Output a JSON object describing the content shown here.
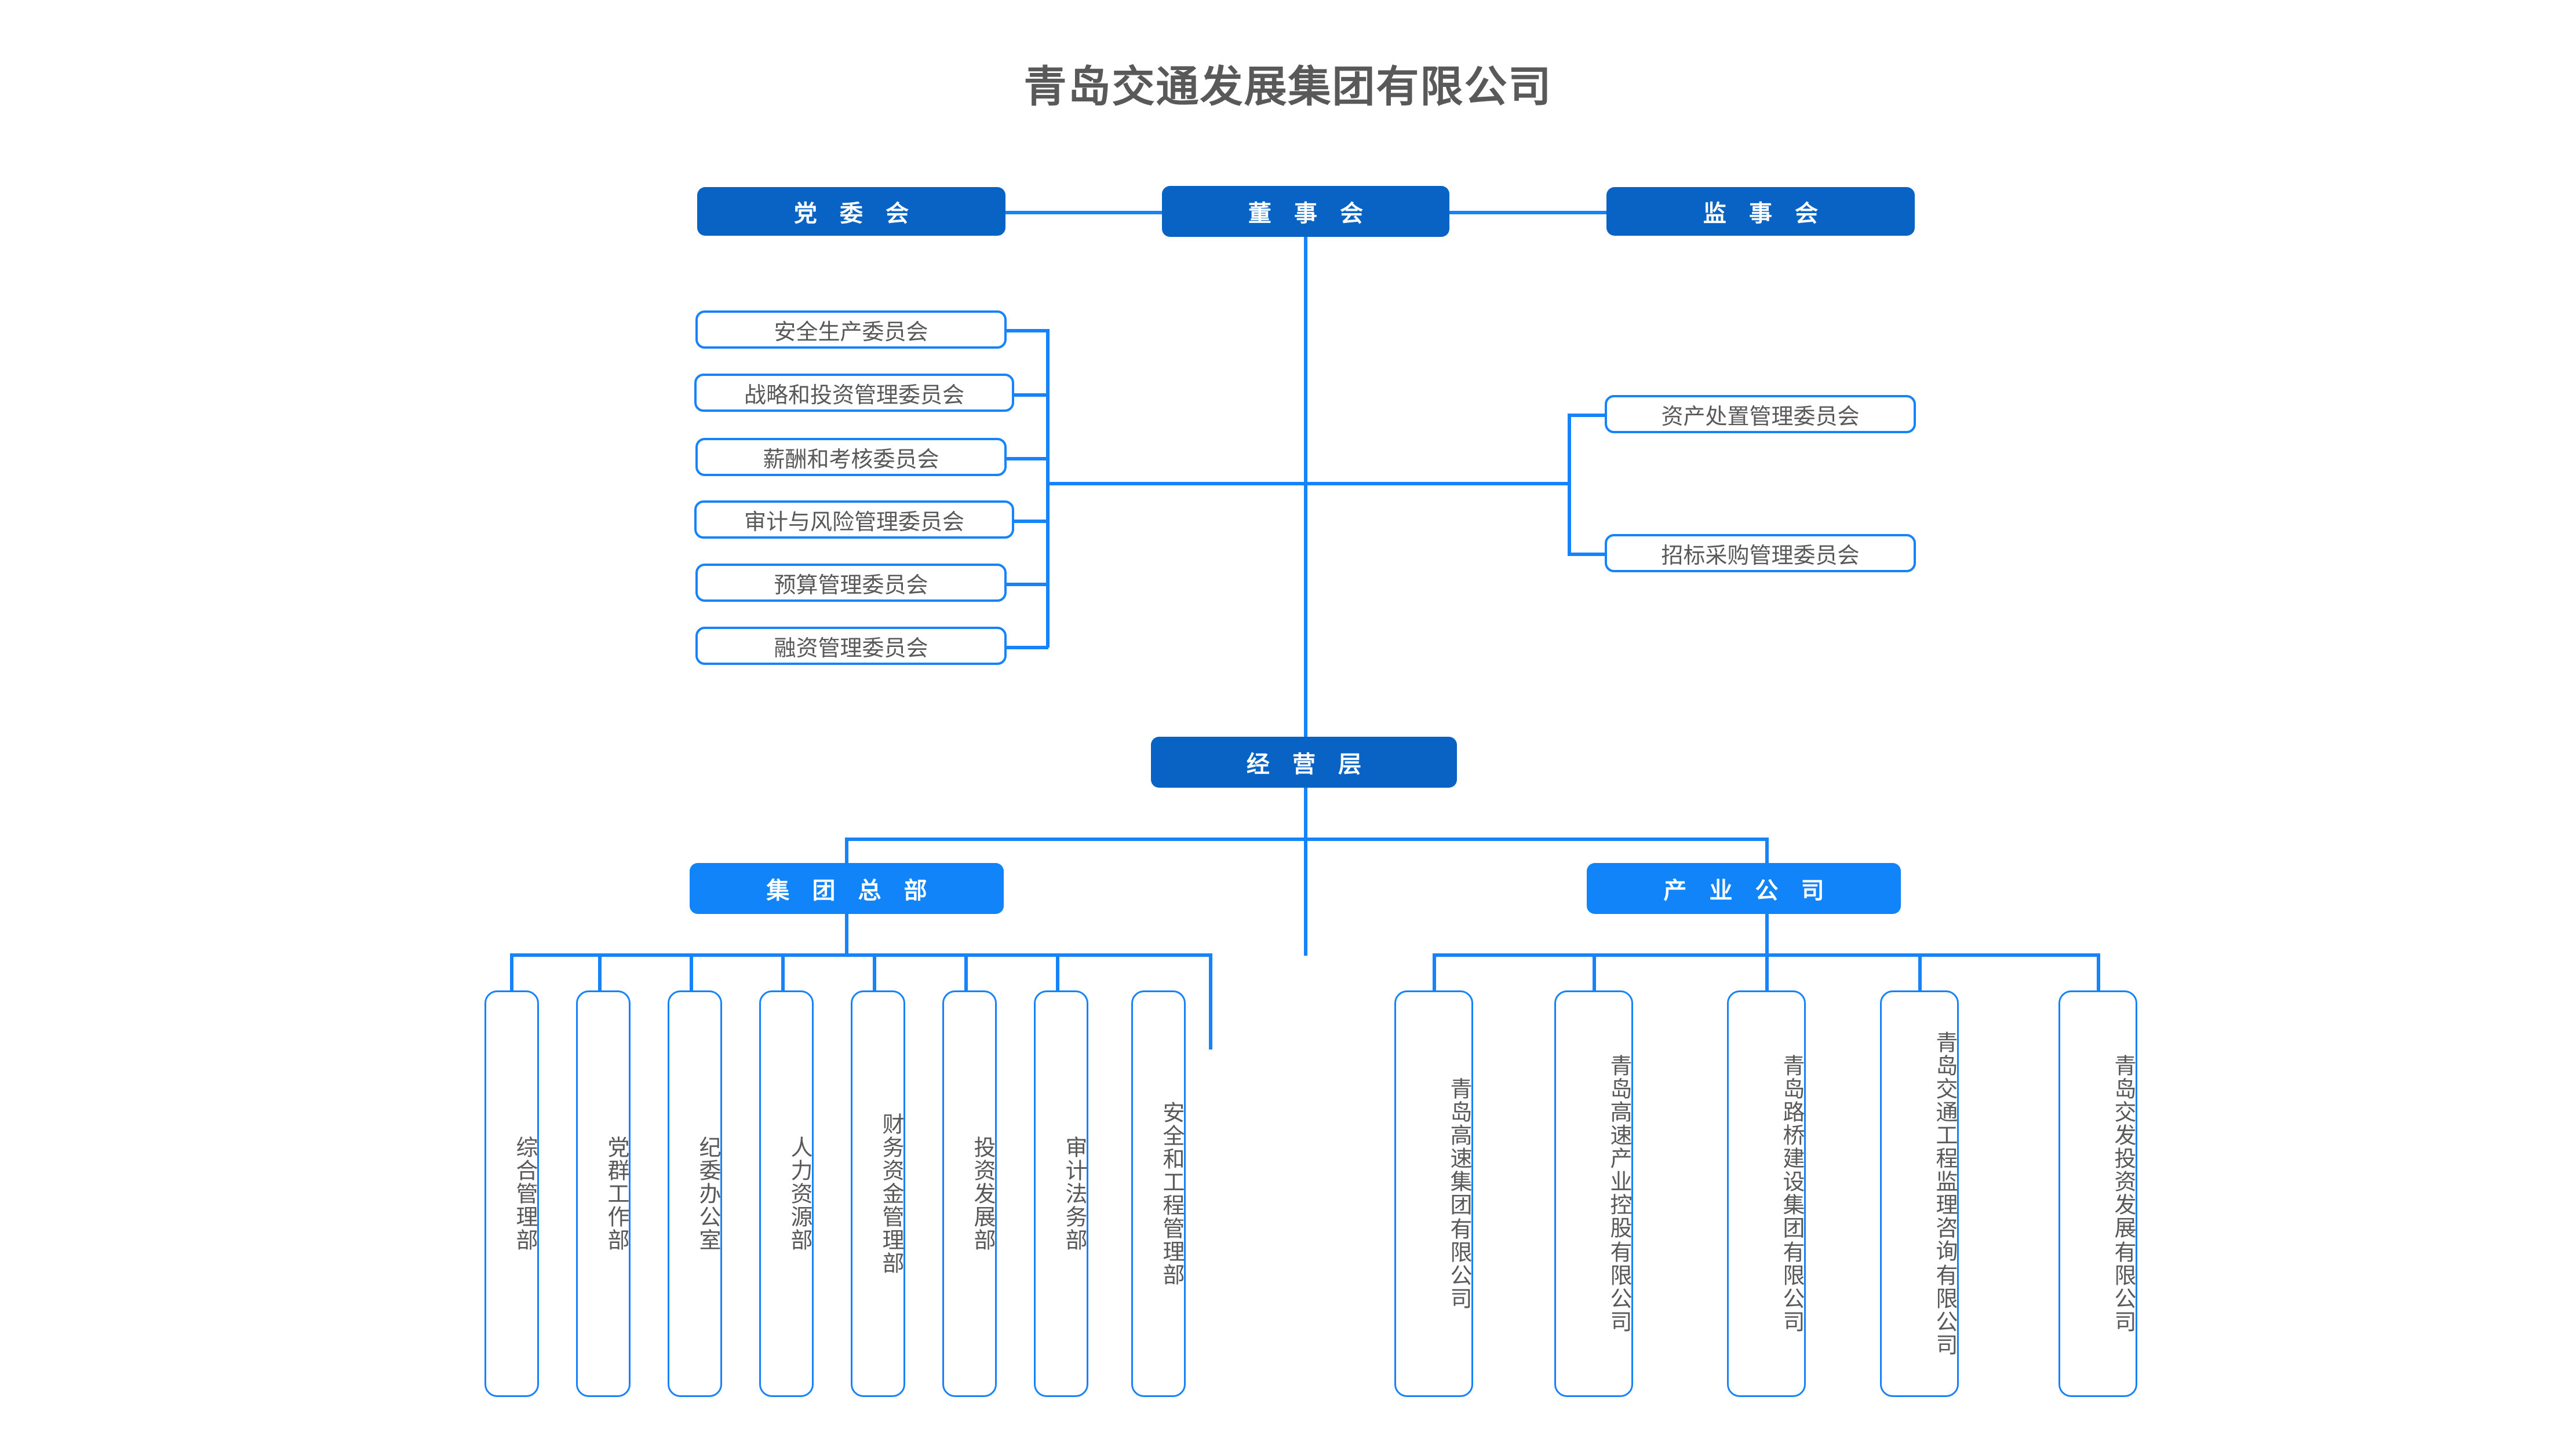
{
  "page": {
    "title": "青岛交通发展集团有限公司",
    "title_color": "#595959",
    "accent_line": "#1683FA",
    "node_dark": "#0963C4",
    "node_light": "#1184FA",
    "background": "#ffffff"
  },
  "governance": {
    "party_committee": "党 委 会",
    "board_of_directors": "董 事 会",
    "board_of_supervisors": "监 事 会"
  },
  "left_committees": [
    {
      "label": "安全生产委员会"
    },
    {
      "label": "战略和投资管理委员会"
    },
    {
      "label": "薪酬和考核委员会"
    },
    {
      "label": "审计与风险管理委员会"
    },
    {
      "label": "预算管理委员会"
    },
    {
      "label": "融资管理委员会"
    }
  ],
  "right_committees": [
    {
      "label": "资产处置管理委员会"
    },
    {
      "label": "招标采购管理委员会"
    }
  ],
  "management": {
    "operating_layer": "经 营 层",
    "group_headquarters": "集 团 总 部",
    "industry_companies": "产 业 公 司"
  },
  "departments": [
    {
      "label": "综合管理部"
    },
    {
      "label": "党群工作部"
    },
    {
      "label": "纪委办公室"
    },
    {
      "label": "人力资源部"
    },
    {
      "label": "财务资金管理部"
    },
    {
      "label": "投资发展部"
    },
    {
      "label": "审计法务部"
    },
    {
      "label": "安全和工程管理部"
    }
  ],
  "subsidiaries": [
    {
      "col_right": "青岛高速集团",
      "col_left": "有限公司"
    },
    {
      "col_right": "青岛高速产业控股",
      "col_left": "有限公司"
    },
    {
      "col_right": "青岛路桥建设集团",
      "col_left": "有限公司"
    },
    {
      "col_right": "青岛交通工程监理咨询",
      "col_left": "有限公司"
    },
    {
      "col_right": "青岛交发投资发展",
      "col_left": "有限公司"
    }
  ]
}
